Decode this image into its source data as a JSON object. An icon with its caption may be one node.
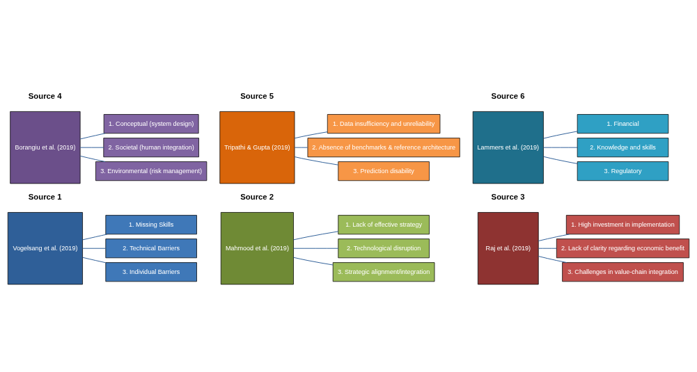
{
  "diagram": {
    "nodes": [
      {
        "text": [
          "Vogelsang et al. (2019)"
        ]
      },
      {
        "text": [
          "1. Missing Skills"
        ]
      },
      {
        "text": [
          "2. Technical Barriers"
        ]
      },
      {
        "text": [
          "3. Individual Barriers"
        ]
      },
      {
        "text": [
          "Mahmood et al. (2019)"
        ]
      },
      {
        "text": [
          "1. Lack of effective strategy"
        ]
      },
      {
        "text": [
          "2. Technological disruption"
        ]
      },
      {
        "text": [
          "3. Strategic alignment/integration"
        ]
      },
      {
        "text": [
          "Raj et al. (2019)"
        ]
      },
      {
        "text": [
          "1. High investment in implementation"
        ]
      },
      {
        "text": [
          "2. Lack of clarity regarding economic benefit"
        ]
      },
      {
        "text": [
          "3. Challenges in value-chain integration"
        ]
      },
      {
        "text": [
          "Borangiu et al. (2019)"
        ]
      },
      {
        "text": [
          "1. Conceptual (system design)"
        ]
      },
      {
        "text": [
          "2. Societal (human integration)"
        ]
      },
      {
        "text": [
          "3. Environmental (risk management)"
        ]
      },
      {
        "text": [
          "Tripathi & Gupta (2019)"
        ]
      },
      {
        "text": [
          "1. Data insufficiency and unreliability"
        ]
      },
      {
        "text": [
          "2. Absence of benchmarks & reference architecture"
        ]
      },
      {
        "text": [
          "3. Prediction disability"
        ]
      },
      {
        "text": [
          "Lammers et al. (2019)"
        ]
      },
      {
        "text": [
          "1. Financial"
        ]
      },
      {
        "text": [
          "2. Knowledge and skills"
        ]
      },
      {
        "text": [
          "3. Regulatory"
        ]
      }
    ],
    "edges": [
      {
        "from": 0,
        "to": 1,
        "arrow": "none"
      },
      {
        "from": 0,
        "to": 2,
        "arrow": "none"
      },
      {
        "from": 0,
        "to": 3,
        "arrow": "none"
      },
      {
        "from": 4,
        "to": 5,
        "arrow": "none"
      },
      {
        "from": 4,
        "to": 6,
        "arrow": "none"
      },
      {
        "from": 4,
        "to": 7,
        "arrow": "none"
      },
      {
        "from": 8,
        "to": 9,
        "arrow": "none"
      },
      {
        "from": 8,
        "to": 10,
        "arrow": "none"
      },
      {
        "from": 8,
        "to": 11,
        "arrow": "none"
      },
      {
        "from": 12,
        "to": 13,
        "arrow": "none"
      },
      {
        "from": 12,
        "to": 14,
        "arrow": "none"
      },
      {
        "from": 12,
        "to": 15,
        "arrow": "none"
      },
      {
        "from": 16,
        "to": 17,
        "arrow": "none"
      },
      {
        "from": 16,
        "to": 18,
        "arrow": "none"
      },
      {
        "from": 16,
        "to": 19,
        "arrow": "none"
      },
      {
        "from": 20,
        "to": 21,
        "arrow": "none"
      },
      {
        "from": 20,
        "to": 22,
        "arrow": "none"
      },
      {
        "from": 20,
        "to": 23,
        "arrow": "none"
      }
    ],
    "labels": [
      "Source 1",
      "Source 2",
      "Source 3",
      "Source 4",
      "Source 5",
      "Source 6"
    ]
  }
}
